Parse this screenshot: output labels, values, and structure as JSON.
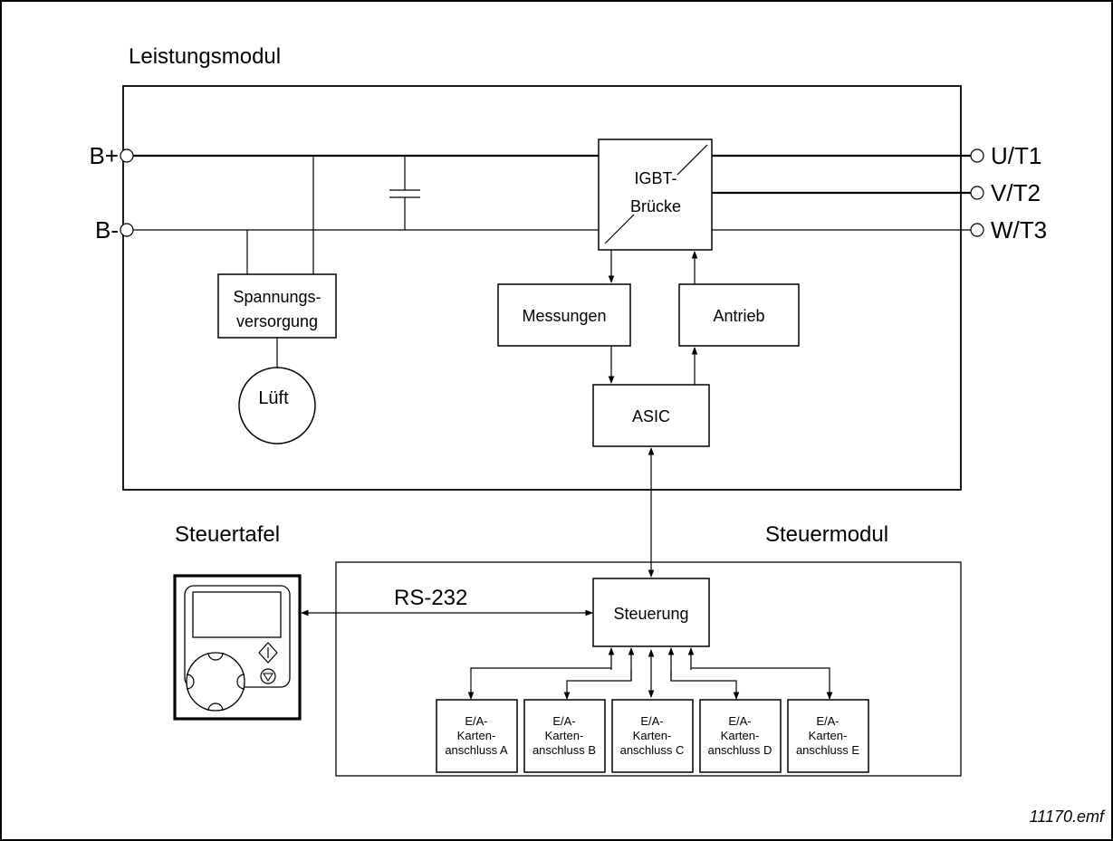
{
  "titles": {
    "power_module": "Leistungsmodul",
    "control_panel": "Steuertafel",
    "control_module": "Steuermodul"
  },
  "terminals": {
    "b_plus": "B+",
    "b_minus": "B-",
    "u": "U/T1",
    "v": "V/T2",
    "w": "W/T3"
  },
  "blocks": {
    "igbt_line1": "IGBT-",
    "igbt_line2": "Brücke",
    "psu_line1": "Spannungs-",
    "psu_line2": "versorgung",
    "fan": "Lüft",
    "measurements": "Messungen",
    "drive": "Antrieb",
    "asic": "ASIC",
    "control": "Steuerung"
  },
  "link": {
    "rs232": "RS-232"
  },
  "io_cards": [
    {
      "l1": "E/A-",
      "l2": "Karten-",
      "l3": "anschluss A"
    },
    {
      "l1": "E/A-",
      "l2": "Karten-",
      "l3": "anschluss B"
    },
    {
      "l1": "E/A-",
      "l2": "Karten-",
      "l3": "anschluss C"
    },
    {
      "l1": "E/A-",
      "l2": "Karten-",
      "l3": "anschluss D"
    },
    {
      "l1": "E/A-",
      "l2": "Karten-",
      "l3": "anschluss E"
    }
  ],
  "file_ref": "11170.emf"
}
